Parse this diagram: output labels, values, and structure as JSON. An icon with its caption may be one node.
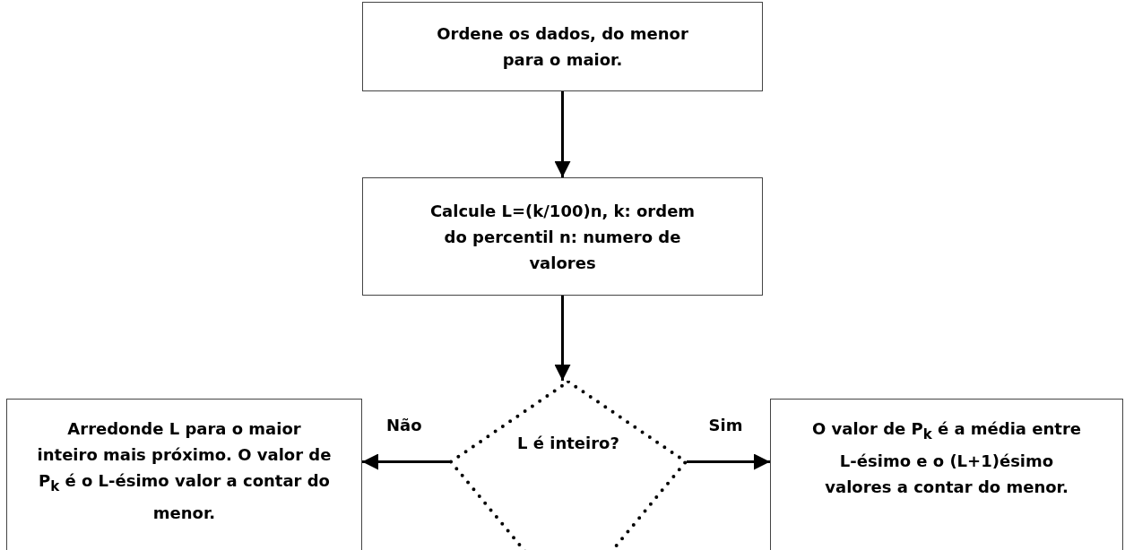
{
  "diagram": {
    "nodes": [
      {
        "text": [
          "Ordene os dados, do menor para o maior."
        ]
      },
      {
        "text": [
          "Calcule L=(k/100)n, k: ordem do percentil n: numero de valores"
        ]
      },
      {
        "text": [
          "L é inteiro?"
        ]
      },
      {
        "text": [
          "Arredonde L para o maior inteiro mais próximo. O valor de P$_{k}$ é o L-ésimo valor a contar do menor."
        ]
      },
      {
        "text": [
          "O valor de P$_{k}$ é a média entre L-ésimo e o (L+1)ésimo valores a contar do menor."
        ]
      }
    ],
    "edges": [
      {
        "from": 0,
        "to": 1,
        "arrow": "to"
      },
      {
        "from": 1,
        "to": 2,
        "arrow": "to"
      },
      {
        "from": 2,
        "to": 3,
        "arrow": "to",
        "label": "Não"
      },
      {
        "from": 2,
        "to": 4,
        "arrow": "to",
        "label": "Sim"
      }
    ]
  }
}
